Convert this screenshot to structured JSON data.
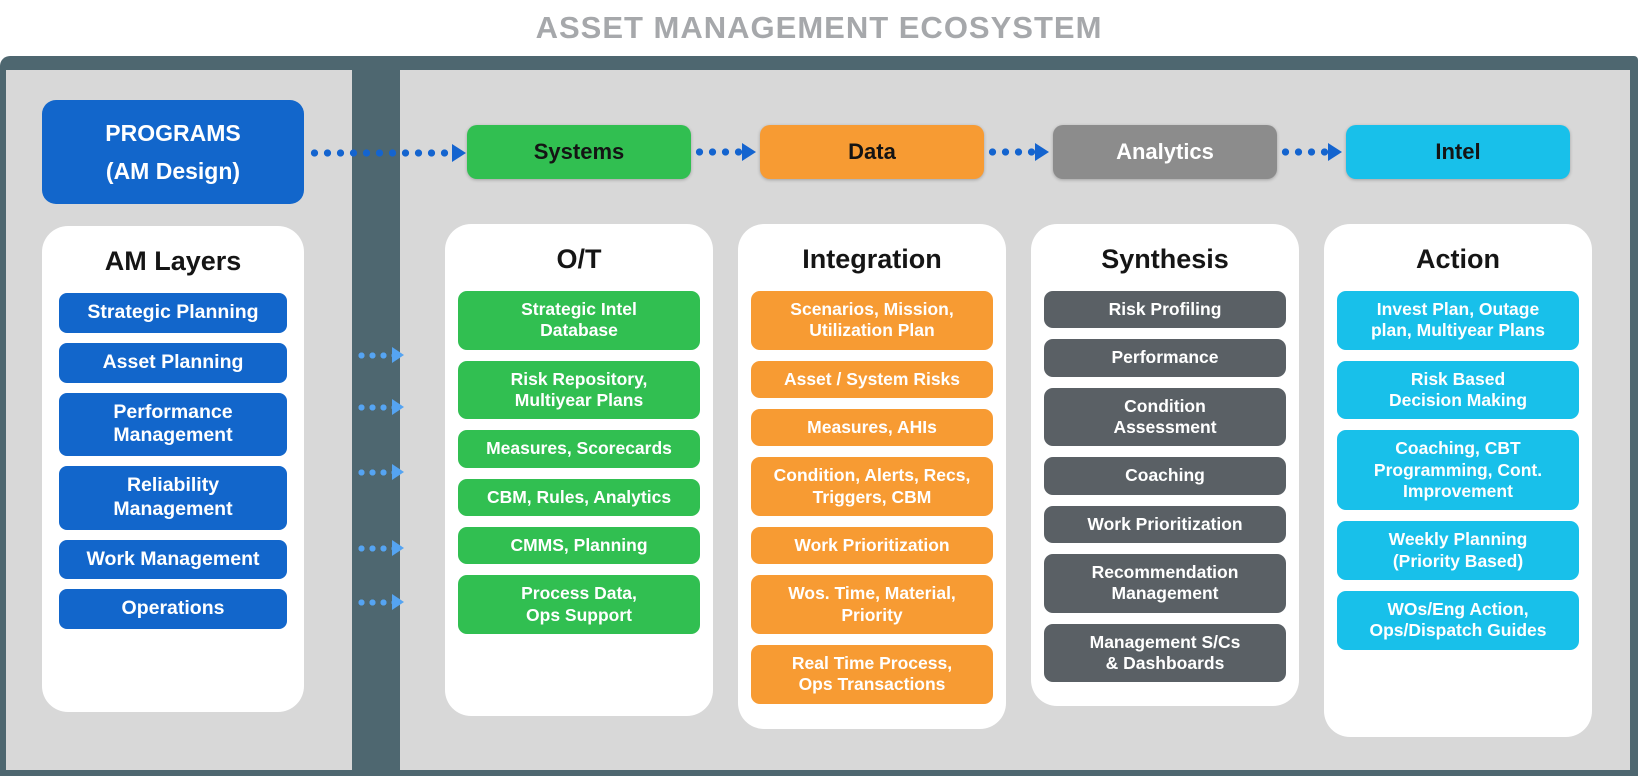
{
  "title": "ASSET MANAGEMENT ECOSYSTEM",
  "left_panel": {
    "programs_box": {
      "line1": "PROGRAMS",
      "line2": "(AM Design)"
    },
    "layers_card": {
      "title": "AM Layers",
      "items": [
        "Strategic Planning",
        "Asset Planning",
        "Performance\nManagement",
        "Reliability\nManagement",
        "Work Management",
        "Operations"
      ]
    }
  },
  "flow": {
    "columns": [
      {
        "header": "Systems",
        "card_title": "O/T",
        "accent": "#31bf51",
        "items": [
          "Strategic Intel\nDatabase",
          "Risk Repository,\nMultiyear Plans",
          "Measures, Scorecards",
          "CBM, Rules, Analytics",
          "CMMS, Planning",
          "Process Data,\nOps Support"
        ]
      },
      {
        "header": "Data",
        "card_title": "Integration",
        "accent": "#f79b33",
        "items": [
          "Scenarios, Mission,\nUtilization Plan",
          "Asset / System Risks",
          "Measures, AHIs",
          "Condition, Alerts, Recs,\nTriggers, CBM",
          "Work Prioritization",
          "Wos. Time, Material,\nPriority",
          "Real Time Process,\nOps Transactions"
        ]
      },
      {
        "header": "Analytics",
        "card_title": "Synthesis",
        "accent": "#8c8c8c",
        "item_accent": "#5a6065",
        "items": [
          "Risk Profiling",
          "Performance",
          "Condition\nAssessment",
          "Coaching",
          "Work Prioritization",
          "Recommendation\nManagement",
          "Management S/Cs\n& Dashboards"
        ]
      },
      {
        "header": "Intel",
        "card_title": "Action",
        "accent": "#18c0ea",
        "items": [
          "Invest Plan, Outage\nplan, Multiyear Plans",
          "Risk Based\nDecision Making",
          "Coaching, CBT\nProgramming, Cont.\nImprovement",
          "Weekly Planning\n(Priority Based)",
          "WOs/Eng Action,\nOps/Dispatch Guides"
        ]
      }
    ]
  },
  "colors": {
    "programs_blue": "#1266cb",
    "systems_green": "#31bf51",
    "data_orange": "#f79b33",
    "analytics_gray": "#8c8c8c",
    "synthesis_item_gray": "#5a6065",
    "intel_cyan": "#18c0ea",
    "panel_gray": "#d8d8d8",
    "backdrop_slate": "#4e6770",
    "arrow_blue": "#1464cf",
    "small_arrow_blue": "#55a4f2",
    "title_gray": "#a6a8ab"
  }
}
